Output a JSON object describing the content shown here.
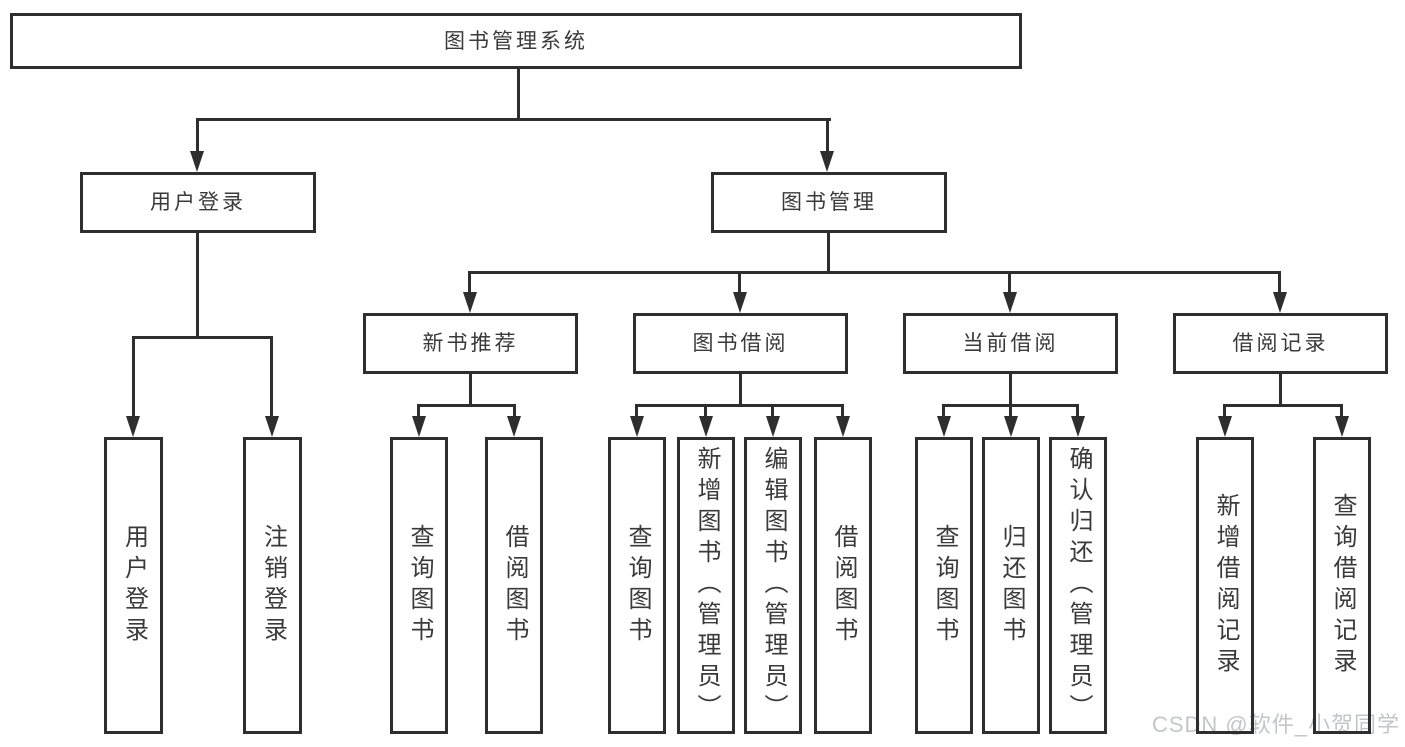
{
  "tree": {
    "root": "图书管理系统",
    "branches": [
      {
        "label": "用户登录",
        "children": [
          "用户登录",
          "注销登录"
        ]
      },
      {
        "label": "图书管理",
        "children": [
          {
            "label": "新书推荐",
            "children": [
              "查询图书",
              "借阅图书"
            ]
          },
          {
            "label": "图书借阅",
            "children": [
              "查询图书",
              "新增图书（管理员）",
              "编辑图书（管理员）",
              "借阅图书"
            ]
          },
          {
            "label": "当前借阅",
            "children": [
              "查询图书",
              "归还图书",
              "确认归还（管理员）"
            ]
          },
          {
            "label": "借阅记录",
            "children": [
              "新增借阅记录",
              "查询借阅记录"
            ]
          }
        ]
      }
    ]
  },
  "watermark": "CSDN @软件_小贺同学",
  "colors": {
    "line": "#2e2e2e",
    "text": "#3a3a3a",
    "watermark": "#c2c6ca",
    "bg": "#ffffff"
  }
}
